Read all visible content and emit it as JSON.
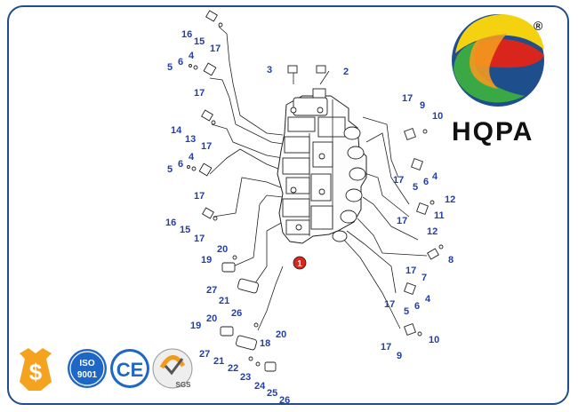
{
  "brand": {
    "name": "HQPA",
    "registered": "®",
    "colors": {
      "blue": "#1f4e8c",
      "green": "#3aa845",
      "red": "#d9261c",
      "orange": "#f39a1e",
      "yellow": "#f5d20f"
    }
  },
  "badges": {
    "iso_top": "ISO",
    "iso_bottom": "9001",
    "ce": "CE",
    "sgs": "SGS",
    "dollar": "$"
  },
  "diagram": {
    "main_callout": "1",
    "callouts": [
      "16",
      "15",
      "17",
      "5",
      "6",
      "4",
      "17",
      "3",
      "2",
      "14",
      "13",
      "17",
      "5",
      "6",
      "4",
      "17",
      "16",
      "15",
      "17",
      "20",
      "19",
      "27",
      "21",
      "26",
      "20",
      "19",
      "18",
      "20",
      "27",
      "21",
      "22",
      "23",
      "24",
      "25",
      "26",
      "17",
      "9",
      "10",
      "17",
      "4",
      "5",
      "6",
      "12",
      "17",
      "11",
      "12",
      "17",
      "8",
      "7",
      "17",
      "5",
      "6",
      "4",
      "17",
      "10",
      "9"
    ]
  }
}
